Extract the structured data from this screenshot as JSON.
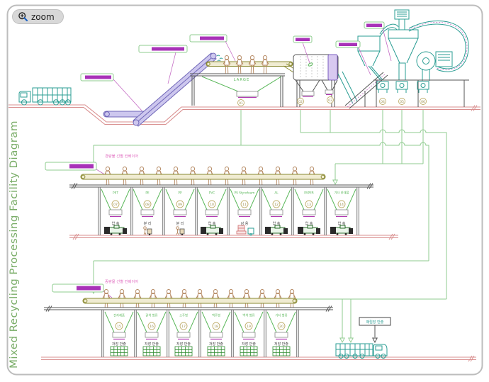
{
  "window": {
    "zoom_button_label": "zoom"
  },
  "title": "Mixed Recycling Processing Facility Diagram",
  "colors": {
    "teal": "#2a9d93",
    "conveyor_purple": "#6f66b8",
    "label_bar_magenta": "#a832b8",
    "label_border_green": "#8fcc8f",
    "floor_pink": "#d98f8f",
    "routing_green": "#8fcb8f",
    "bin_green": "#5cb85c",
    "belt_olive": "#8a8a33",
    "worker_tan": "#b2845c",
    "caption_pink": "#e06cc0",
    "title_green": "#7aad68"
  },
  "top_section": {
    "hopper_label": "LARGE",
    "outlet_numbers": [
      "01",
      "02",
      "03",
      "04",
      "05",
      "06"
    ]
  },
  "middle_section": {
    "caption": "경량물 선별 컨베이어",
    "bins": [
      {
        "label": "PET",
        "number": "07",
        "action": "압 축",
        "machine": "baler-icon"
      },
      {
        "label": "PE",
        "number": "08",
        "action": "분 리",
        "machine": "cart-icon"
      },
      {
        "label": "PP",
        "number": "09",
        "action": "분 리",
        "machine": "cart-icon"
      },
      {
        "label": "PVC",
        "number": "10",
        "action": "압 축",
        "machine": "baler-icon"
      },
      {
        "label": "PS Styrofoam",
        "number": "11",
        "action": "감 용",
        "machine": "stack-icon"
      },
      {
        "label": "AL",
        "number": "12",
        "action": "압 축",
        "machine": "baler-icon"
      },
      {
        "label": "PAPER",
        "number": "13",
        "action": "압 축",
        "machine": "baler-icon"
      },
      {
        "label": "기타 잔재물",
        "number": "14",
        "action": "압 축",
        "machine": "baler-icon"
      }
    ]
  },
  "bottom_section": {
    "caption": "중량물 선별 컨베이어",
    "bins": [
      {
        "label": "전자제품",
        "number": "15",
        "action": "저장 반출",
        "machine": "pallet-icon"
      },
      {
        "label": "갈색 병류",
        "number": "16",
        "action": "저장 반출",
        "machine": "pallet-icon"
      },
      {
        "label": "소주병",
        "number": "17",
        "action": "저장 반출",
        "machine": "pallet-icon"
      },
      {
        "label": "맥주병",
        "number": "18",
        "action": "저장 반출",
        "machine": "pallet-icon"
      },
      {
        "label": "백색 병류",
        "number": "19",
        "action": "저장 반출",
        "machine": "pallet-icon"
      },
      {
        "label": "기타 병류",
        "number": "20",
        "action": "저장 반출",
        "machine": "pallet-icon"
      }
    ],
    "outbound_truck_label": "매립장 반출"
  }
}
